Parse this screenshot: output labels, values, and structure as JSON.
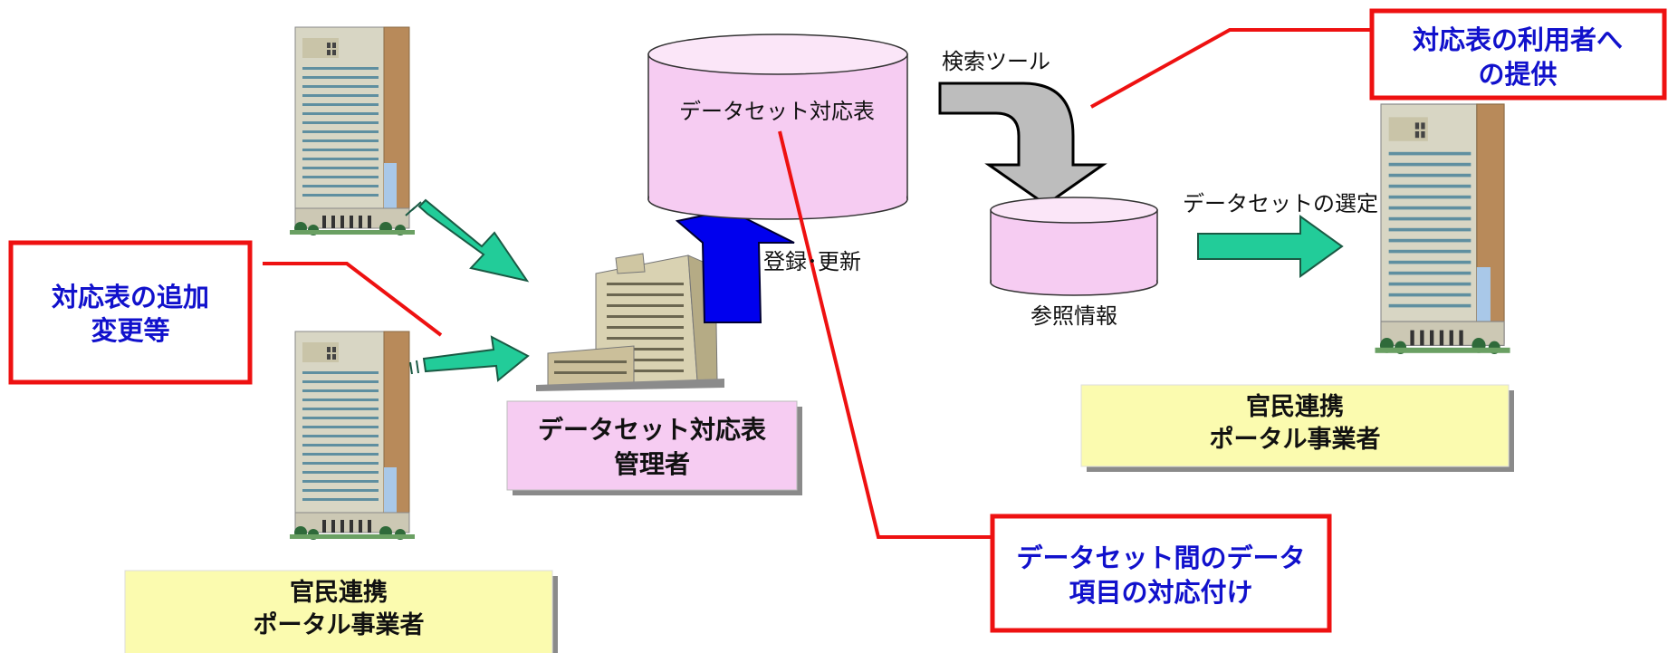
{
  "callouts": {
    "add_change": {
      "line1": "対応表の追加",
      "line2": "変更等"
    },
    "provide": {
      "line1": "対応表の利用者へ",
      "line2": "の提供"
    },
    "mapping": {
      "line1": "データセット間のデータ",
      "line2": "項目の対応付け"
    }
  },
  "labels": {
    "main_db": "データセット対応表",
    "search_tool": "検索ツール",
    "register_update": "登録･更新",
    "reference_info": "参照情報",
    "dataset_select": "データセットの選定"
  },
  "boxes": {
    "admin": {
      "line1": "データセット対応表",
      "line2": "管理者"
    },
    "portal_left": {
      "line1": "官民連携",
      "line2": "ポータル事業者"
    },
    "portal_right": {
      "line1": "官民連携",
      "line2": "ポータル事業者"
    }
  },
  "colors": {
    "callout_border": "#ee1111",
    "callout_text": "#1111cc",
    "cylinder_fill": "#f6ccf2",
    "portal_box": "#fbfbaf",
    "admin_box": "#f6ccf2",
    "teal_arrow": "#22cc99",
    "blue_arrow": "#0000ee",
    "gray_arrow": "#bdbdbd"
  },
  "icons": [
    "office-tower-icon",
    "office-complex-icon"
  ]
}
